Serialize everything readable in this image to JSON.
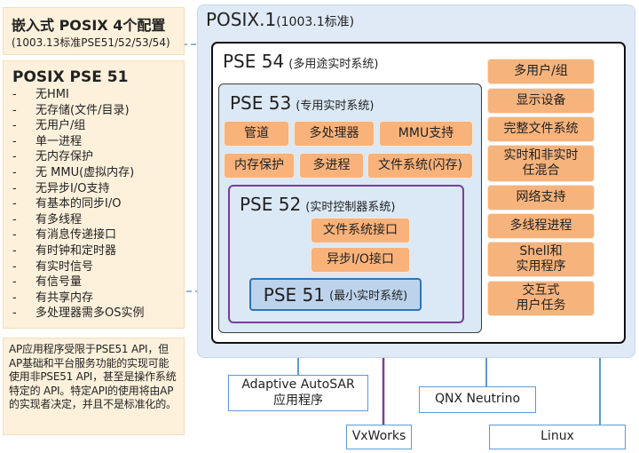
{
  "embedded_note": {
    "title": "嵌入式 POSIX 4个配置",
    "subtitle": "(1003.13标准PSE51/52/53/54)"
  },
  "pse51_features": {
    "title": "POSIX PSE 51",
    "items": [
      "无HMI",
      "无存储(文件/目录)",
      "无用户/组",
      "单一进程",
      "无内存保护",
      "无 MMU(虚拟内存)",
      "无异步I/O支持",
      "有基本的同步I/O",
      "有多线程",
      "有消息传递接口",
      "有时钟和定时器",
      "有实时信号",
      "有信号量",
      "有共享内存",
      "多处理器需多OS实例"
    ]
  },
  "ap_note": {
    "text": "AP应用程序受限于PSE51 API，但AP基础和平台服务功能的实现可能使用非PSE51 API，甚至是操作系统特定的 API。特定API的使用将由AP 的实现者决定，并且不是标准化的。"
  },
  "posix1": {
    "title": "POSIX.1",
    "subtitle": "(1003.1标准)"
  },
  "pse54": {
    "title": "PSE 54",
    "subtitle": "(多用途实时系统)",
    "features": [
      "多用户/组",
      "显示设备",
      "完整文件系统",
      "实时和非实时\n任混合",
      "网络支持",
      "多线程进程",
      "Shell和\n实用程序",
      "交互式\n用户任务"
    ]
  },
  "pse53": {
    "title": "PSE 53",
    "subtitle": "(专用实时系统)",
    "features": [
      "管道",
      "多处理器",
      "MMU支持",
      "内存保护",
      "多进程",
      "文件系统(闪存)"
    ]
  },
  "pse52": {
    "title": "PSE 52",
    "subtitle": "(实时控制器系统)",
    "features": [
      "文件系统接口",
      "异步I/O接口"
    ]
  },
  "pse51": {
    "title": "PSE 51",
    "subtitle": "(最小实时系统)"
  },
  "os": {
    "autosar": "Adaptive AutoSAR\n应用程序",
    "qnx": "QNX Neutrino",
    "vxworks": "VxWorks",
    "linux": "Linux"
  },
  "colors": {
    "note_bg": "#fdf1dc",
    "posix1_bg": "#dfeaf6",
    "pse54_border": "#111111",
    "pse53_bg": "#dbe8f5",
    "pse52_border": "#7a3e9d",
    "pse51_bg": "#bdd3ec",
    "pse51_border": "#2e75b6",
    "feature_fill": "#f8b27a",
    "connector_blue": "#5b9bd5",
    "connector_purple": "#7a3e9d"
  }
}
